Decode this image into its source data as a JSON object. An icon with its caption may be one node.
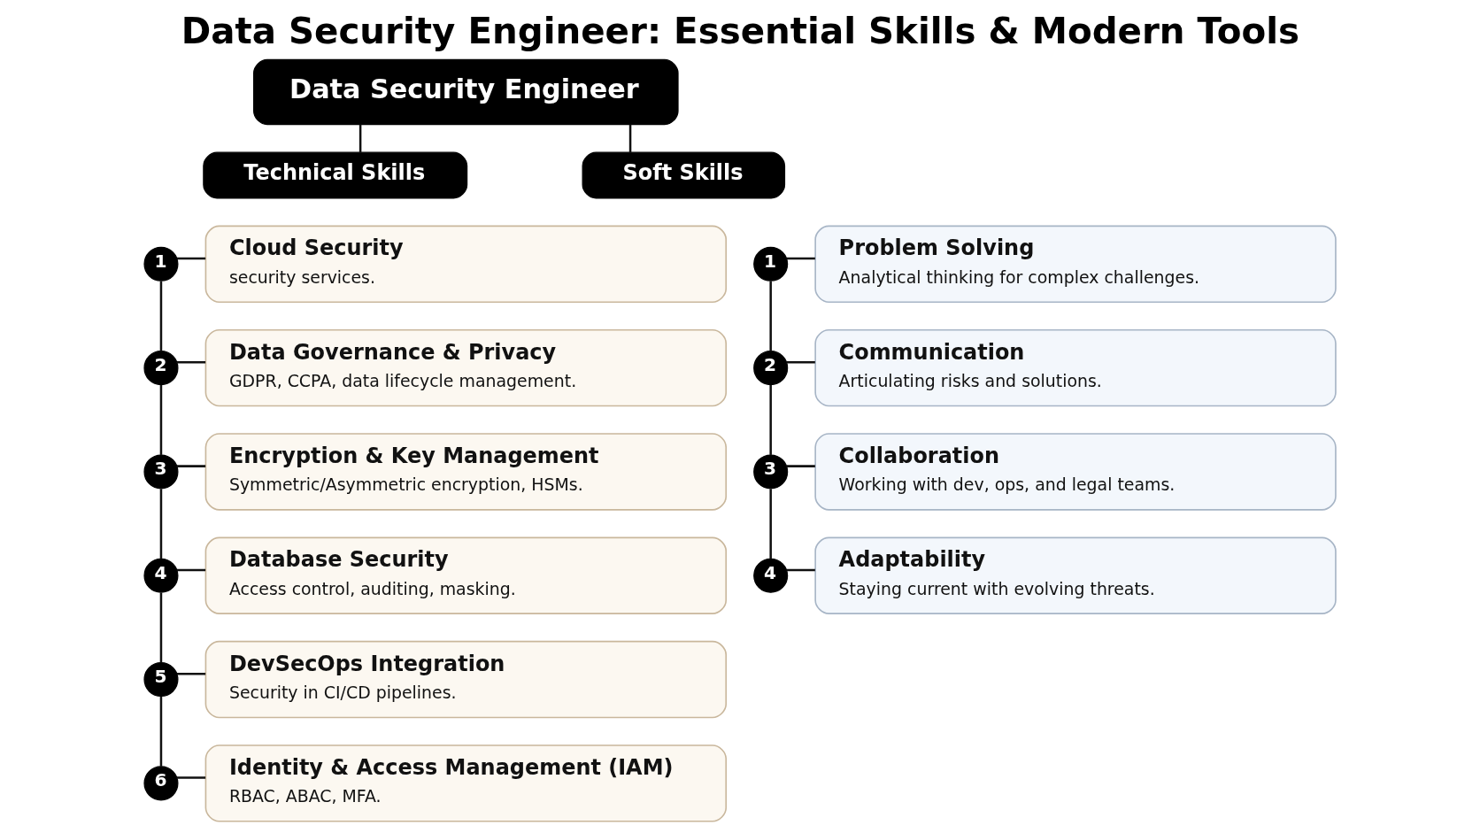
{
  "diagram": {
    "title": "Data Security Engineer: Essential Skills & Modern Tools",
    "nodes": [
      {
        "text": [
          "Data Security Engineer"
        ]
      },
      {
        "text": [
          "Technical Skills"
        ]
      },
      {
        "text": [
          "Soft Skills"
        ]
      },
      {
        "text": [
          "1"
        ]
      },
      {
        "text": [
          "Cloud Security",
          "security services."
        ]
      },
      {
        "text": [
          "2"
        ]
      },
      {
        "text": [
          "Data Governance & Privacy",
          "GDPR, CCPA, data lifecycle management."
        ]
      },
      {
        "text": [
          "3"
        ]
      },
      {
        "text": [
          "Encryption & Key Management",
          "Symmetric/Asymmetric encryption, HSMs."
        ]
      },
      {
        "text": [
          "4"
        ]
      },
      {
        "text": [
          "Database Security",
          "Access control, auditing, masking."
        ]
      },
      {
        "text": [
          "5"
        ]
      },
      {
        "text": [
          "DevSecOps Integration",
          "Security in CI/CD pipelines."
        ]
      },
      {
        "text": [
          "6"
        ]
      },
      {
        "text": [
          "Identity & Access Management (IAM)",
          "RBAC, ABAC, MFA."
        ]
      },
      {
        "text": [
          "1"
        ]
      },
      {
        "text": [
          "Problem Solving",
          "Analytical thinking for complex challenges."
        ]
      },
      {
        "text": [
          "2"
        ]
      },
      {
        "text": [
          "Communication",
          "Articulating risks and solutions."
        ]
      },
      {
        "text": [
          "3"
        ]
      },
      {
        "text": [
          "Collaboration",
          "Working with dev, ops, and legal teams."
        ]
      },
      {
        "text": [
          "4"
        ]
      },
      {
        "text": [
          "Adaptability",
          "Staying current with evolving threats."
        ]
      }
    ],
    "edges": [
      {
        "from": 0,
        "to": 1,
        "arrow": "none"
      },
      {
        "from": 0,
        "to": 2,
        "arrow": "none"
      },
      {
        "from": 3,
        "to": 4,
        "arrow": "none"
      },
      {
        "from": 3,
        "to": 5,
        "arrow": "none"
      },
      {
        "from": 5,
        "to": 6,
        "arrow": "none"
      },
      {
        "from": 5,
        "to": 7,
        "arrow": "none"
      },
      {
        "from": 7,
        "to": 8,
        "arrow": "none"
      },
      {
        "from": 7,
        "to": 9,
        "arrow": "none"
      },
      {
        "from": 9,
        "to": 10,
        "arrow": "none"
      },
      {
        "from": 9,
        "to": 11,
        "arrow": "none"
      },
      {
        "from": 11,
        "to": 12,
        "arrow": "none"
      },
      {
        "from": 11,
        "to": 13,
        "arrow": "none"
      },
      {
        "from": 13,
        "to": 14,
        "arrow": "none"
      },
      {
        "from": 15,
        "to": 16,
        "arrow": "none"
      },
      {
        "from": 15,
        "to": 17,
        "arrow": "none"
      },
      {
        "from": 17,
        "to": 18,
        "arrow": "none"
      },
      {
        "from": 17,
        "to": 19,
        "arrow": "none"
      },
      {
        "from": 19,
        "to": 20,
        "arrow": "none"
      },
      {
        "from": 19,
        "to": 21,
        "arrow": "none"
      },
      {
        "from": 21,
        "to": 22,
        "arrow": "none"
      }
    ]
  }
}
